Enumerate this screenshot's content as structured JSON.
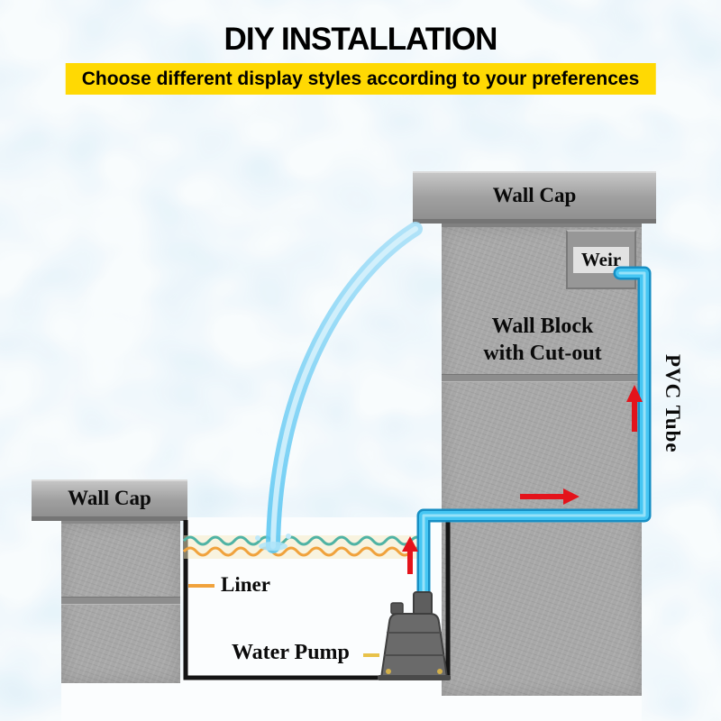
{
  "header": {
    "title": "DIY INSTALLATION",
    "subtitle": "Choose different display styles according to your preferences"
  },
  "diagram": {
    "right_wall_cap": "Wall Cap",
    "weir": "Weir",
    "wall_block_line1": "Wall Block",
    "wall_block_line2": "with Cut-out",
    "pvc_tube": "PVC Tube",
    "left_wall_cap": "Wall Cap",
    "liner": "Liner",
    "water_pump": "Water Pump"
  },
  "colors": {
    "banner_bg": "#FFD903",
    "tube_blue": "#45C6F3",
    "water_arc_blue": "#7FD2F5",
    "arrow_red": "#E4131B",
    "wall_gray": "#A8A8A8",
    "wave_teal": "#4FB3A4",
    "wave_orange": "#F0A23C",
    "background_water": "#CFE8F5"
  }
}
